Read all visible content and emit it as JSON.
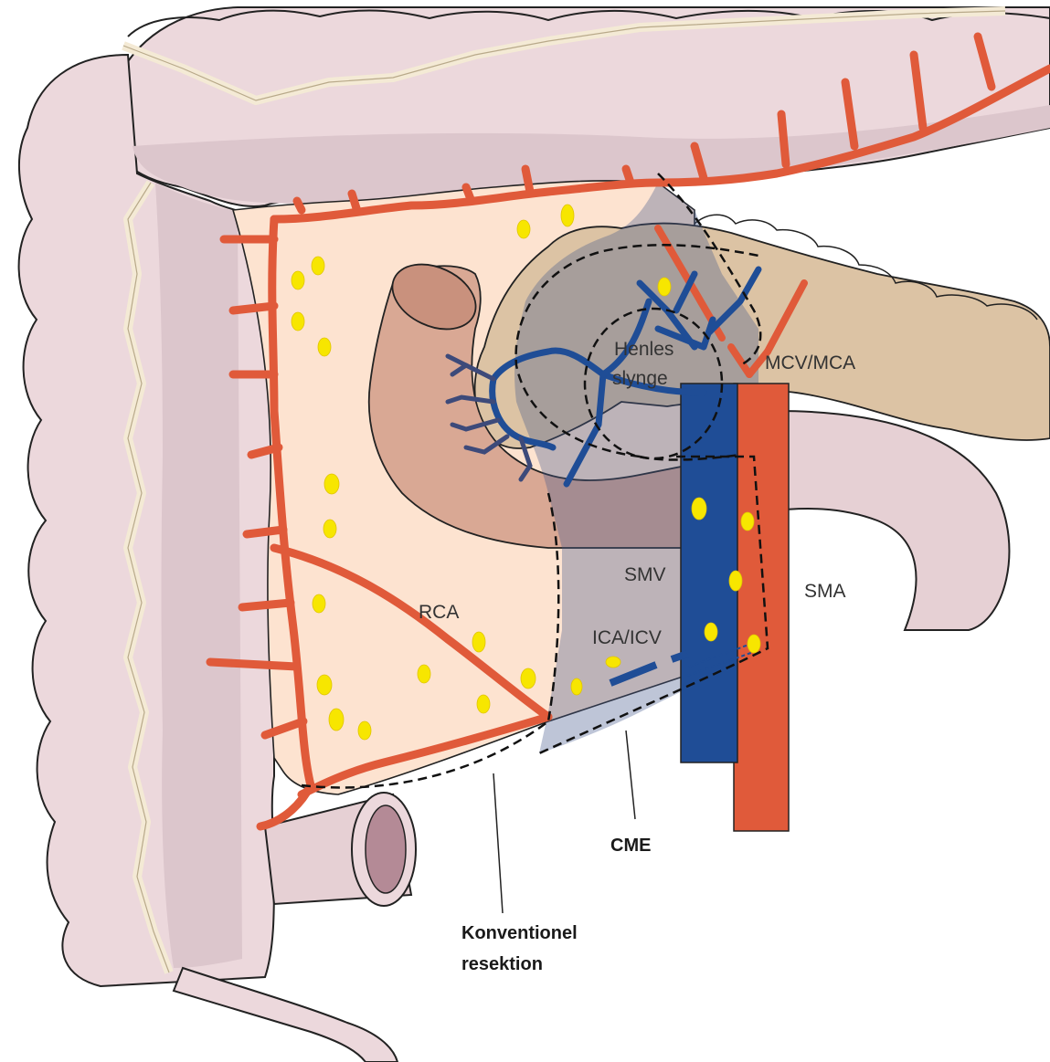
{
  "labels": {
    "henle_line1": "Henles",
    "henle_line2": "slynge",
    "mcv_mca": "MCV/MCA",
    "smv": "SMV",
    "sma": "SMA",
    "rca": "RCA",
    "ica_icv": "ICA/ICV",
    "cme": "CME",
    "konv_line1": "Konventionel",
    "konv_line2": "resektion"
  },
  "colors": {
    "colon": "#ecd8dc",
    "colon_shadow": "#dcc6cc",
    "taenia": "#f4ead5",
    "mesentery": "#fde3d0",
    "artery": "#e05a3a",
    "vein": "#1f4d96",
    "pancreas": "#dcc3a4",
    "lymph_node": "#f7e600",
    "cme_zone": "rgba(70,90,140,0.35)",
    "duodenum": "#d9a894"
  }
}
